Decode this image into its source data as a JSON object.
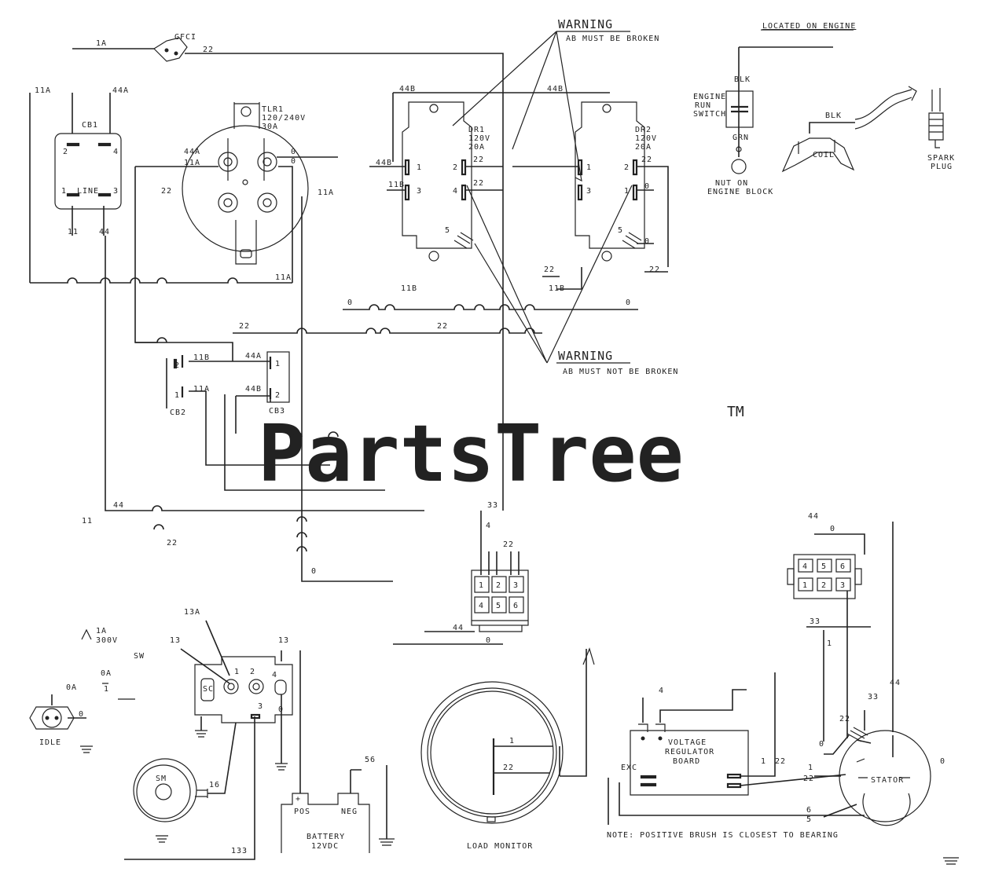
{
  "watermark": {
    "brand": "PartsTree",
    "trademark": "TM"
  },
  "warnings": [
    {
      "title": "WARNING",
      "text": "AB MUST BE BROKEN"
    },
    {
      "title": "WARNING",
      "text": "AB MUST NOT BE BROKEN"
    }
  ],
  "engine": {
    "header": "LOCATED ON ENGINE",
    "run_switch": [
      "ENGINE",
      "RUN",
      "SWITCH"
    ],
    "blk_top": "BLK",
    "grn": "GRN",
    "ground": [
      "NUT ON",
      "ENGINE BLOCK"
    ],
    "blk_wire": "BLK",
    "coil": "COIL",
    "spark_plug": [
      "SPARK",
      "PLUG"
    ]
  },
  "gfci": {
    "name": "GFCI",
    "wire_in": "1A",
    "wire_out": "22"
  },
  "cb1": {
    "name": "CB1",
    "line": "LINE",
    "w_top_left": "11A",
    "w_top_right": "44A",
    "w_bottom_left": "11",
    "w_bottom_right": "44",
    "t2": "2",
    "t4": "4",
    "t1": "1",
    "t3": "3"
  },
  "tlr1": {
    "lines": [
      "TLR1",
      "120/240V",
      "30A"
    ],
    "w44a": "44A",
    "w11a": "11A",
    "w0a": "0",
    "w0b": "0",
    "w22": "22",
    "w11a_b": "11A",
    "w11a_c": "11A"
  },
  "dr1": {
    "lines": [
      "DR1",
      "120V",
      "20A"
    ],
    "w44b": "44B",
    "w11b": "11B",
    "w22": "22",
    "w22b": "22",
    "w11b_b": "11B",
    "t1": "1",
    "t2": "2",
    "t3": "3",
    "t4": "4",
    "t5": "5"
  },
  "dr2": {
    "lines": [
      "DR2",
      "120V",
      "20A"
    ],
    "w44b": "44B",
    "w22": "22",
    "w0": "0",
    "w0b": "0",
    "w22b": "22",
    "w11b": "11B",
    "t1": "1",
    "t2": "2",
    "t3": "3",
    "t4": "1",
    "t5": "5"
  },
  "bus": {
    "w0": "0",
    "w0r": "0",
    "w22a": "22",
    "w22b": "22"
  },
  "cb2": {
    "name": "CB2",
    "w11b": "11B",
    "w11a": "11A",
    "t2": "2",
    "t1": "1"
  },
  "cb3": {
    "name": "CB3",
    "w44a": "44A",
    "w44b": "44B",
    "t1": "1",
    "t2": "2"
  },
  "misc_wires": {
    "w44": "44",
    "w11": "11",
    "w22": "22",
    "w0": "0",
    "w33": "33"
  },
  "conn_left": {
    "pins": [
      "1",
      "2",
      "3",
      "4",
      "5",
      "6"
    ],
    "w4": "4",
    "w22": "22",
    "w44": "44",
    "w0": "0"
  },
  "conn_right": {
    "pins": [
      "4",
      "5",
      "6",
      "1",
      "2",
      "3"
    ],
    "w44": "44",
    "w0": "0",
    "w33": "33",
    "w1": "1"
  },
  "ignition": {
    "fuse_note": [
      "1A",
      "300V"
    ],
    "sw": "SW",
    "w0a": "0A",
    "w13a": "13A",
    "w13b": "13",
    "w13c": "13",
    "w16": "16",
    "w0": "0",
    "w0b": "0",
    "w0c": "0",
    "w56": "56",
    "w133": "133",
    "dw": "0A",
    "sc": "SC",
    "t1": "1",
    "t2": "2",
    "t3": "3",
    "t4": "4",
    "solenoid": "SM",
    "idle": "IDLE",
    "nums": [
      "1",
      "2"
    ]
  },
  "battery": {
    "pos": "POS",
    "neg": "NEG",
    "lines": [
      "BATTERY",
      "12VDC"
    ],
    "plus": "+",
    "minus": "−"
  },
  "load_monitor": {
    "label": "LOAD MONITOR",
    "w1": "1",
    "w22": "22"
  },
  "vreg": {
    "lines": [
      "VOLTAGE",
      "REGULATOR",
      "BOARD"
    ],
    "side": "EXC",
    "w4": "4",
    "w1": "1",
    "w22": "22",
    "w0": "0"
  },
  "stator": {
    "label": "STATOR",
    "w44": "44",
    "w0": "0",
    "w33": "33",
    "w22": "22",
    "w1": "1",
    "w0r": "0",
    "w6": "6",
    "w5": "5"
  },
  "note": "NOTE: POSITIVE BRUSH IS CLOSEST TO BEARING"
}
